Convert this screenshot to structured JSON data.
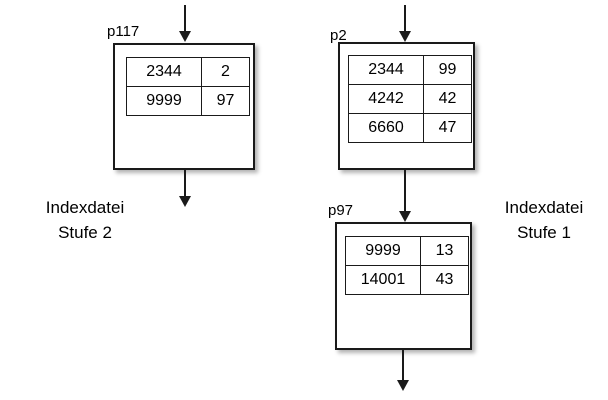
{
  "diagram": {
    "title_left": "Indexdatei Stufe 2",
    "title_right": "Indexdatei Stufe 1",
    "captions": {
      "left": {
        "line1": "Indexdatei",
        "line2": "Stufe 2"
      },
      "right": {
        "line1": "Indexdatei",
        "line2": "Stufe 1"
      }
    },
    "pages": [
      {
        "id": "p117",
        "label": "p117",
        "level": "Stufe 2",
        "rows": [
          {
            "key": "2344",
            "pointer": "2"
          },
          {
            "key": "9999",
            "pointer": "97"
          }
        ]
      },
      {
        "id": "p2",
        "label": "p2",
        "level": "Stufe 1",
        "rows": [
          {
            "key": "2344",
            "pointer": "99"
          },
          {
            "key": "4242",
            "pointer": "42"
          },
          {
            "key": "6660",
            "pointer": "47"
          }
        ]
      },
      {
        "id": "p97",
        "label": "p97",
        "level": "Stufe 1",
        "rows": [
          {
            "key": "9999",
            "pointer": "13"
          },
          {
            "key": "14001",
            "pointer": "43"
          }
        ]
      }
    ],
    "colors": {
      "stroke": "#1a1a1a",
      "background": "#ffffff",
      "text": "#000000"
    }
  }
}
